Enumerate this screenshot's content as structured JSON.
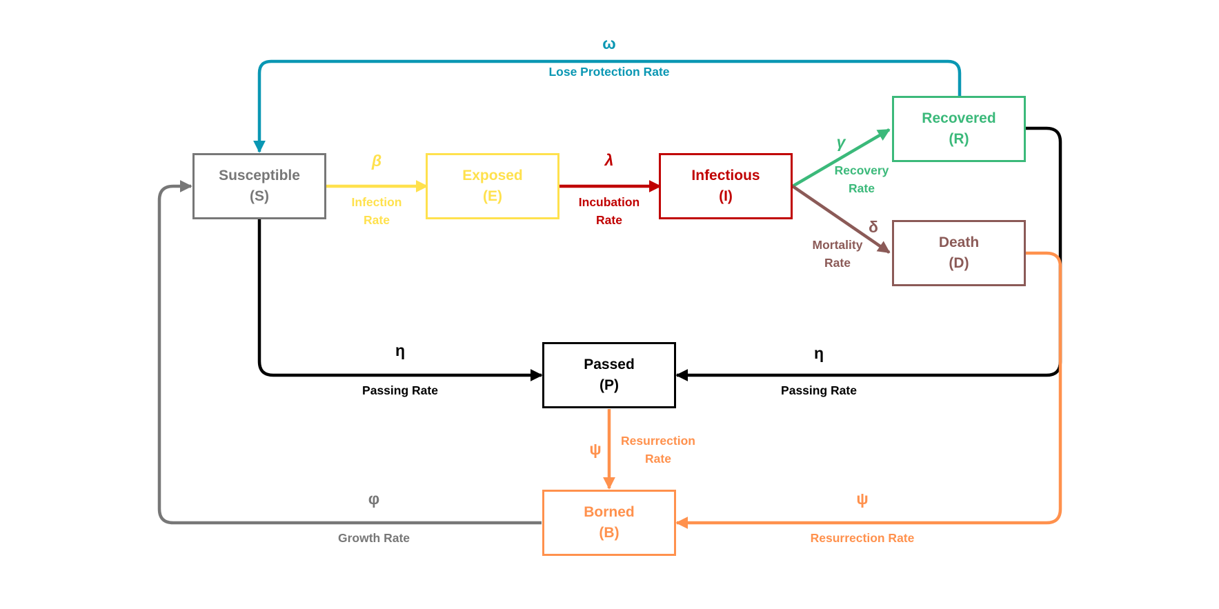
{
  "colors": {
    "susceptible": "#777777",
    "exposed": "#FFE14D",
    "infectious": "#C00000",
    "recovered": "#3BB97A",
    "death": "#8B5A57",
    "passed": "#000000",
    "borned": "#FF914D",
    "protection": "#0A97B3"
  },
  "nodes": {
    "susceptible": {
      "name": "Susceptible",
      "abbr": "(S)"
    },
    "exposed": {
      "name": "Exposed",
      "abbr": "(E)"
    },
    "infectious": {
      "name": "Infectious",
      "abbr": "(I)"
    },
    "recovered": {
      "name": "Recovered",
      "abbr": "(R)"
    },
    "death": {
      "name": "Death",
      "abbr": "(D)"
    },
    "passed": {
      "name": "Passed",
      "abbr": "(P)"
    },
    "borned": {
      "name": "Borned",
      "abbr": "(B)"
    }
  },
  "edges": {
    "infection": {
      "symbol": "β",
      "line1": "Infection",
      "line2": "Rate"
    },
    "incubation": {
      "symbol": "λ",
      "line1": "Incubation",
      "line2": "Rate"
    },
    "recovery": {
      "symbol": "γ",
      "line1": "Recovery",
      "line2": "Rate"
    },
    "mortality": {
      "symbol": "δ",
      "line1": "Mortality",
      "line2": "Rate"
    },
    "lose_protection": {
      "symbol": "ω",
      "label": "Lose Protection Rate"
    },
    "passing_left": {
      "symbol": "η",
      "label": "Passing Rate"
    },
    "passing_right": {
      "symbol": "η",
      "label": "Passing Rate"
    },
    "resurrection_down": {
      "symbol": "ψ",
      "line1": "Resurrection",
      "line2": "Rate"
    },
    "resurrection_right": {
      "symbol": "ψ",
      "label": "Resurrection Rate"
    },
    "growth": {
      "symbol": "φ",
      "label": "Growth Rate"
    }
  }
}
